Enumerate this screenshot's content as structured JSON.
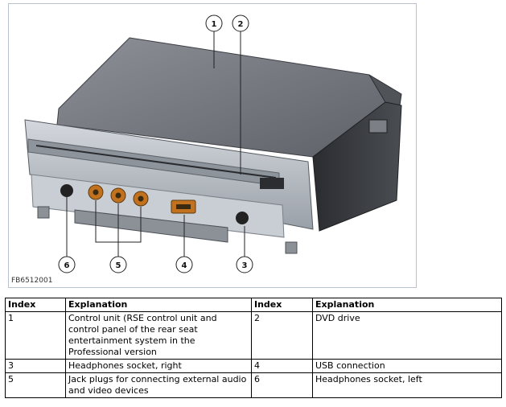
{
  "figure": {
    "code": "FB6512001",
    "callouts": [
      "1",
      "2",
      "3",
      "4",
      "5",
      "6"
    ]
  },
  "legend": {
    "headers": [
      "Index",
      "Explanation",
      "Index",
      "Explanation"
    ],
    "rows": [
      [
        "1",
        "Control unit (RSE control unit and control panel of the rear seat entertainment system in the Professional version",
        "2",
        "DVD drive"
      ],
      [
        "3",
        "Headphones socket, right",
        "4",
        "USB connection"
      ],
      [
        "5",
        "Jack plugs for connecting external audio and video devices",
        "6",
        "Headphones socket, left"
      ]
    ]
  }
}
